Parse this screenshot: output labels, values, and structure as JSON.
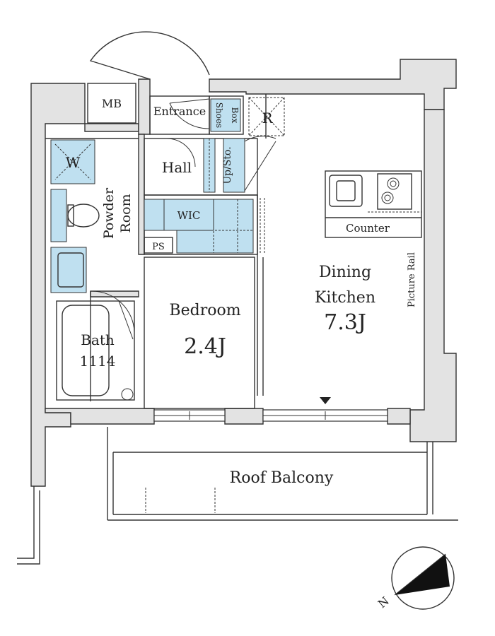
{
  "rooms": {
    "mb": "MB",
    "entrance": "Entrance",
    "shoes_box_1": "Shoes",
    "shoes_box_2": "Box",
    "refrigerator": "R",
    "washer": "W",
    "hall": "Hall",
    "up_sto": "Up/Sto.",
    "powder_room_1": "Powder",
    "powder_room_2": "Room",
    "wic": "WIC",
    "ps": "PS",
    "counter": "Counter",
    "dining_1": "Dining",
    "dining_2": "Kitchen",
    "dining_size": "7.3J",
    "picture_rail": "Picture Rail",
    "bedroom": "Bedroom",
    "bedroom_size": "2.4J",
    "bath": "Bath",
    "bath_size": "1114",
    "balcony": "Roof Balcony"
  },
  "compass": {
    "north": "N"
  },
  "colors": {
    "wall": "#e3e3e3",
    "storage": "#bfe0f0",
    "line": "#333333"
  }
}
